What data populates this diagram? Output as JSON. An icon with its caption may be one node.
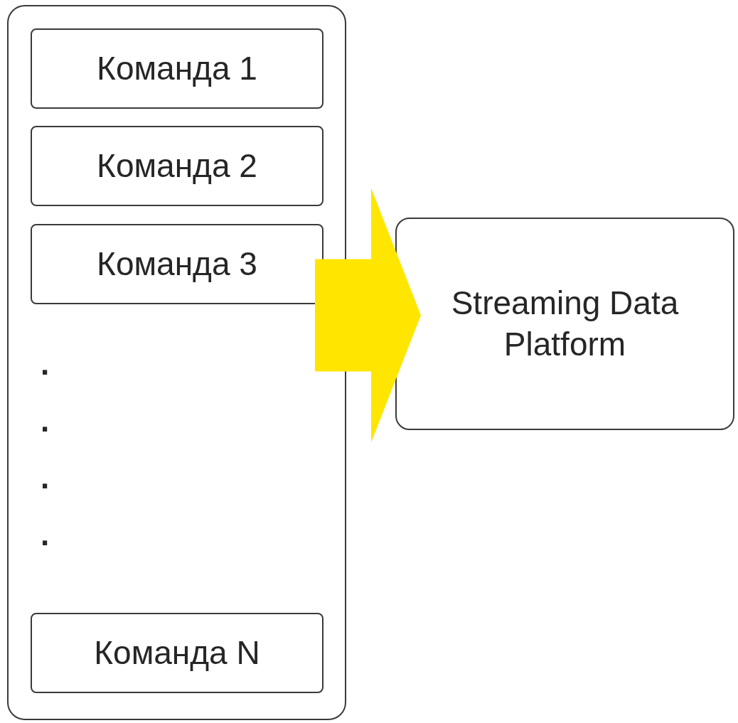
{
  "diagram": {
    "nodes": [
      {
        "text": [],
        "shape": "box"
      },
      {
        "text": [
          "Команда 1"
        ],
        "in": 0
      },
      {
        "text": [
          "Команда 2"
        ],
        "in": 0
      },
      {
        "text": [
          "Команда 3"
        ],
        "in": 0
      },
      {
        "text": [
          "Команда N"
        ],
        "in": 0
      },
      {
        "text": [
          "Streaming Data Platform"
        ]
      }
    ],
    "edges": [
      {
        "from": 0,
        "to": 5,
        "arrow": "to",
        "style": "thick",
        "color": "#ffe600"
      }
    ],
    "labels": [
      ".",
      ".",
      ".",
      "."
    ]
  }
}
